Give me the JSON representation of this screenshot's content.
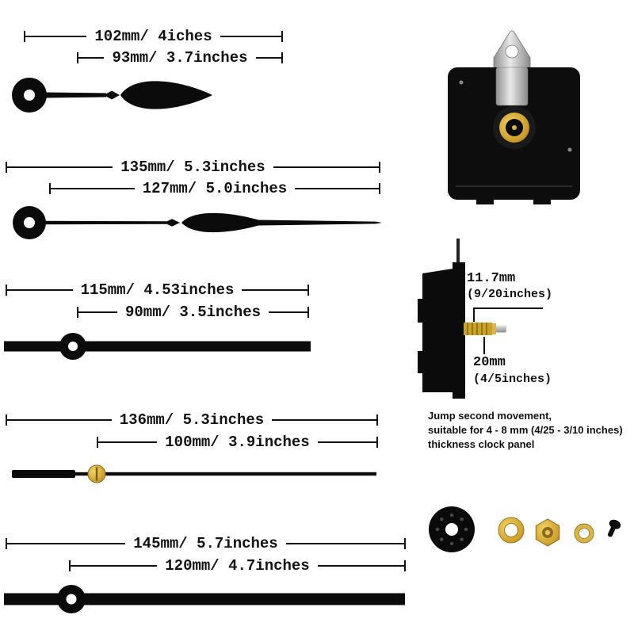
{
  "hands": [
    {
      "name": "hour-hand-spade",
      "dim_total": "102mm/ 4iches",
      "dim_partial": "93mm/ 3.7inches"
    },
    {
      "name": "minute-hand-spade",
      "dim_total": "135mm/ 5.3inches",
      "dim_partial": "127mm/ 5.0inches"
    },
    {
      "name": "hour-hand-straight",
      "dim_total": "115mm/ 4.53inches",
      "dim_partial": "90mm/ 3.5inches"
    },
    {
      "name": "second-hand",
      "dim_total": "136mm/ 5.3inches",
      "dim_partial": "100mm/ 3.9inches"
    },
    {
      "name": "minute-hand-straight",
      "dim_total": "145mm/ 5.7inches",
      "dim_partial": "120mm/ 4.7inches"
    }
  ],
  "movement": {
    "shaft_thread_length_mm": "11.7mm",
    "shaft_thread_length_in": "(9/20inches)",
    "shaft_total_length_mm": "20mm",
    "shaft_total_length_in": "(4/5inches)",
    "note_line1": "Jump second movement,",
    "note_line2": "suitable for 4 - 8 mm (4/25 - 3/10 inches)",
    "note_line3": "thickness clock panel"
  },
  "parts": [
    "rubber-gasket",
    "brass-washer",
    "hex-nut",
    "brass-ring",
    "mounting-pin"
  ],
  "colors": {
    "black": "#0b0b0b",
    "brass": "#d9b44a",
    "silver": "#c8c8c8",
    "text": "#111111",
    "background": "#ffffff"
  }
}
